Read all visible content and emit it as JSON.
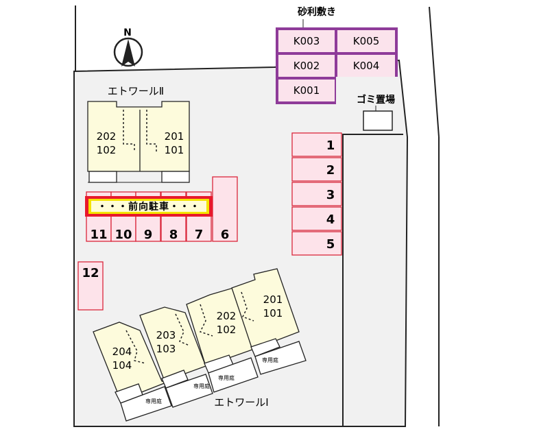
{
  "gravel": {
    "heading": "砂利敷き",
    "stalls": [
      "K003",
      "K005",
      "K002",
      "K004",
      "K001"
    ],
    "border_color": "#8e3b99",
    "fill_color": "#fbe3ec"
  },
  "garbage": {
    "label": "ゴミ置場"
  },
  "compass": {
    "label": "N"
  },
  "building2": {
    "label": "エトワールⅡ",
    "units": [
      {
        "upper": "202",
        "lower": "102"
      },
      {
        "upper": "201",
        "lower": "101"
      }
    ]
  },
  "building1": {
    "label": "エトワールⅠ",
    "units": [
      {
        "upper": "204",
        "lower": "104"
      },
      {
        "upper": "203",
        "lower": "103"
      },
      {
        "upper": "202",
        "lower": "102"
      },
      {
        "upper": "201",
        "lower": "101"
      }
    ],
    "garden_label": "専用庭"
  },
  "parking": {
    "banner": "・・・前向駐車・・・",
    "right_stalls": [
      "1",
      "2",
      "3",
      "4",
      "5"
    ],
    "row_stalls": [
      "11",
      "10",
      "9",
      "8",
      "7",
      "6"
    ],
    "lone_stall": "12",
    "stall_fill": "#fde3ea",
    "stall_border": "#d9263a",
    "banner_fill": "#fffdd8",
    "banner_outer": "#e8192c",
    "banner_inner": "#f3e400"
  },
  "colors": {
    "site_fill": "#f1f1f1",
    "building_fill": "#fdfbdc"
  }
}
